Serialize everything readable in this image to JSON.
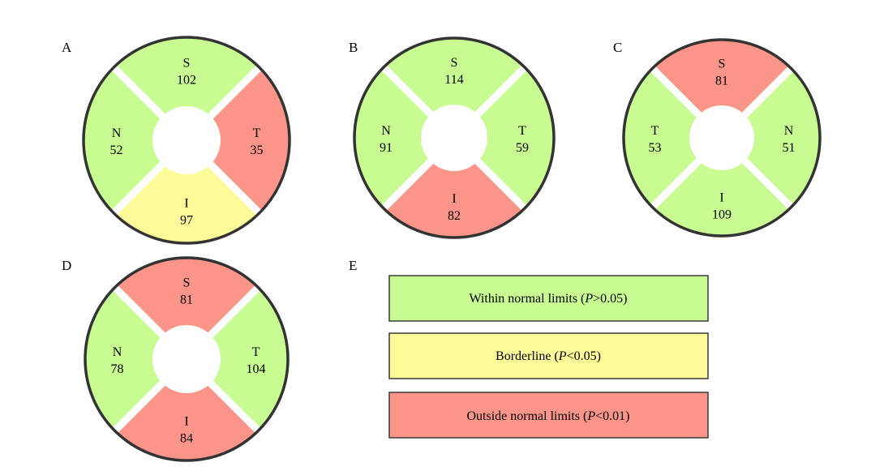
{
  "colors": {
    "normal": "#c8fb92",
    "borderline": "#fdfb99",
    "outside": "#fb9489",
    "ring": "#333333",
    "gap": "#ffffff",
    "legend_border": "#3a3a3a"
  },
  "panels": [
    {
      "id": "A",
      "label": "A",
      "sectors": {
        "top": {
          "letter": "S",
          "value": "102",
          "status": "normal"
        },
        "right": {
          "letter": "T",
          "value": "35",
          "status": "outside"
        },
        "bottom": {
          "letter": "I",
          "value": "97",
          "status": "borderline"
        },
        "left": {
          "letter": "N",
          "value": "52",
          "status": "normal"
        }
      }
    },
    {
      "id": "B",
      "label": "B",
      "sectors": {
        "top": {
          "letter": "S",
          "value": "114",
          "status": "normal"
        },
        "right": {
          "letter": "T",
          "value": "59",
          "status": "normal"
        },
        "bottom": {
          "letter": "I",
          "value": "82",
          "status": "outside"
        },
        "left": {
          "letter": "N",
          "value": "91",
          "status": "normal"
        }
      }
    },
    {
      "id": "C",
      "label": "C",
      "sectors": {
        "top": {
          "letter": "S",
          "value": "81",
          "status": "outside"
        },
        "right": {
          "letter": "N",
          "value": "51",
          "status": "normal"
        },
        "bottom": {
          "letter": "I",
          "value": "109",
          "status": "normal"
        },
        "left": {
          "letter": "T",
          "value": "53",
          "status": "normal"
        }
      }
    },
    {
      "id": "D",
      "label": "D",
      "sectors": {
        "top": {
          "letter": "S",
          "value": "81",
          "status": "outside"
        },
        "right": {
          "letter": "T",
          "value": "104",
          "status": "normal"
        },
        "bottom": {
          "letter": "I",
          "value": "84",
          "status": "outside"
        },
        "left": {
          "letter": "N",
          "value": "78",
          "status": "normal"
        }
      }
    }
  ],
  "legend": {
    "label": "E",
    "items": [
      {
        "status": "normal",
        "text": "Within normal limits (",
        "p": "P",
        "rest": ">0.05)"
      },
      {
        "status": "borderline",
        "text": "Borderline (",
        "p": "P",
        "rest": "<0.05)"
      },
      {
        "status": "outside",
        "text": "Outside normal limits (",
        "p": "P",
        "rest": "<0.01)"
      }
    ]
  }
}
